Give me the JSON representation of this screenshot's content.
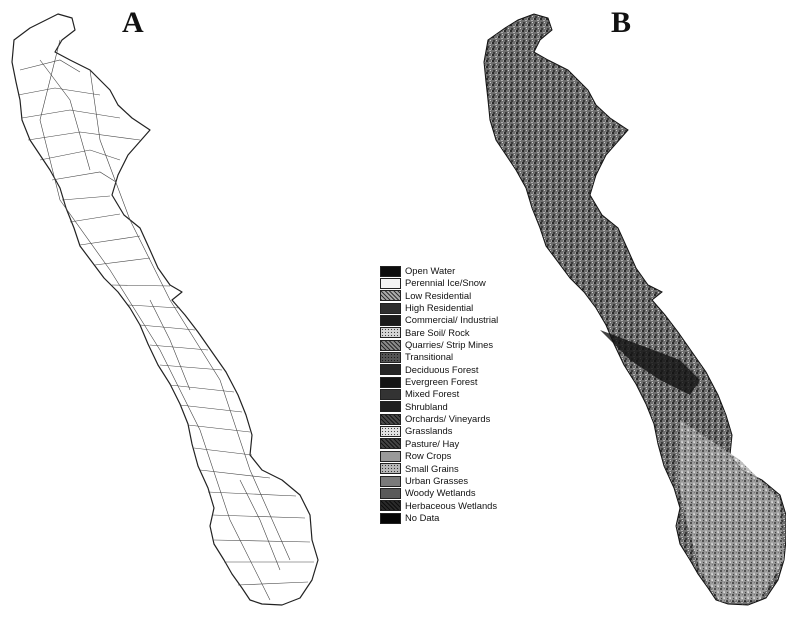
{
  "panels": {
    "a_label": "A",
    "b_label": "B"
  },
  "legend": {
    "items": [
      {
        "label": "Open Water",
        "color": "#0d0d0d",
        "pattern": "solid"
      },
      {
        "label": "Perennial Ice/Snow",
        "color": "#f4f4f4",
        "pattern": "solid"
      },
      {
        "label": "Low Residential",
        "color": "#aaaaaa",
        "pattern": "hatch"
      },
      {
        "label": "High Residential",
        "color": "#2e2e2e",
        "pattern": "solid"
      },
      {
        "label": "Commercial/ Industrial",
        "color": "#1c1c1c",
        "pattern": "solid"
      },
      {
        "label": "Bare Soil/ Rock",
        "color": "#d6d6d6",
        "pattern": "dots"
      },
      {
        "label": "Quarries/ Strip Mines",
        "color": "#8a8a8a",
        "pattern": "hatch"
      },
      {
        "label": "Transitional",
        "color": "#555555",
        "pattern": "dots"
      },
      {
        "label": "Deciduous Forest",
        "color": "#262626",
        "pattern": "solid"
      },
      {
        "label": "Evergreen Forest",
        "color": "#141414",
        "pattern": "solid"
      },
      {
        "label": "Mixed Forest",
        "color": "#333333",
        "pattern": "solid"
      },
      {
        "label": "Shrubland",
        "color": "#202020",
        "pattern": "solid"
      },
      {
        "label": "Orchards/ Vineyards",
        "color": "#4a4a4a",
        "pattern": "hatch"
      },
      {
        "label": "Grasslands",
        "color": "#e2e2e2",
        "pattern": "dots"
      },
      {
        "label": "Pasture/ Hay",
        "color": "#444444",
        "pattern": "hatch"
      },
      {
        "label": "Row Crops",
        "color": "#9a9a9a",
        "pattern": "solid"
      },
      {
        "label": "Small Grains",
        "color": "#b8b8b8",
        "pattern": "dots"
      },
      {
        "label": "Urban Grasses",
        "color": "#7a7a7a",
        "pattern": "solid"
      },
      {
        "label": "Woody Wetlands",
        "color": "#5a5a5a",
        "pattern": "solid"
      },
      {
        "label": "Herbaceous Wetlands",
        "color": "#2a2a2a",
        "pattern": "hatch"
      },
      {
        "label": "No Data",
        "color": "#050505",
        "pattern": "solid"
      }
    ]
  }
}
